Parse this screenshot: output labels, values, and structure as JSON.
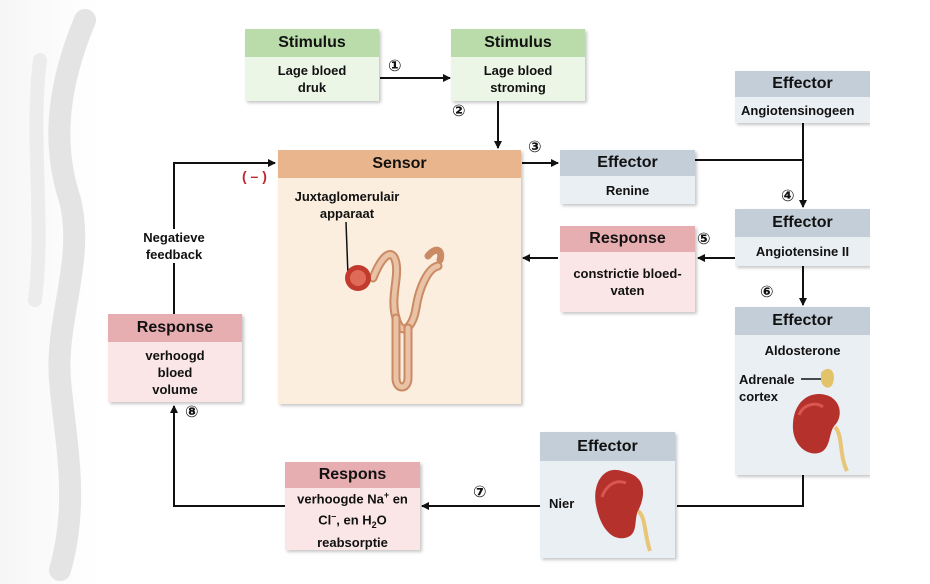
{
  "stimulus1": {
    "header": "Stimulus",
    "line1": "Lage bloed",
    "line2": "druk"
  },
  "stimulus2": {
    "header": "Stimulus",
    "line1": "Lage bloed",
    "line2": "stroming"
  },
  "sensor": {
    "header": "Sensor",
    "label_line1": "Juxtaglomerulair",
    "label_line2": "apparaat"
  },
  "effector_renine": {
    "header": "Effector",
    "body": "Renine"
  },
  "effector_angiotensinogeen": {
    "header": "Effector",
    "body": "Angiotensinogeen"
  },
  "effector_angiotensine2": {
    "header": "Effector",
    "body": "Angiotensine II"
  },
  "response_constrictie": {
    "header": "Response",
    "line1": "constrictie bloed-",
    "line2": "vaten"
  },
  "effector_aldosterone": {
    "header": "Effector",
    "body": "Aldosterone",
    "label_line1": "Adrenale",
    "label_line2": "cortex"
  },
  "effector_nier": {
    "header": "Effector",
    "label": "Nier"
  },
  "respons_reabsorptie": {
    "header": "Respons",
    "line1_pre": "verhoogde Na",
    "line1_sup": "+",
    "line1_post": " en",
    "line2_pre": "Cl",
    "line2_sup": "–",
    "line2_mid": ", en H",
    "line2_sub": "2",
    "line2_post": "O",
    "line3": "reabsorptie"
  },
  "response_volume": {
    "header": "Response",
    "line1": "verhoogd",
    "line2": "bloed",
    "line3": "volume"
  },
  "feedback": {
    "line1": "Negatieve",
    "line2": "feedback",
    "sign": "( – )"
  },
  "steps": [
    "①",
    "②",
    "③",
    "④",
    "⑤",
    "⑥",
    "⑦",
    "⑧"
  ],
  "colors": {
    "stimulus": "#b9dcaa",
    "effector": "#c3ced8",
    "response": "#e7aeb2",
    "sensor": "#e8b58d",
    "feedback_sign": "#c0282d"
  }
}
